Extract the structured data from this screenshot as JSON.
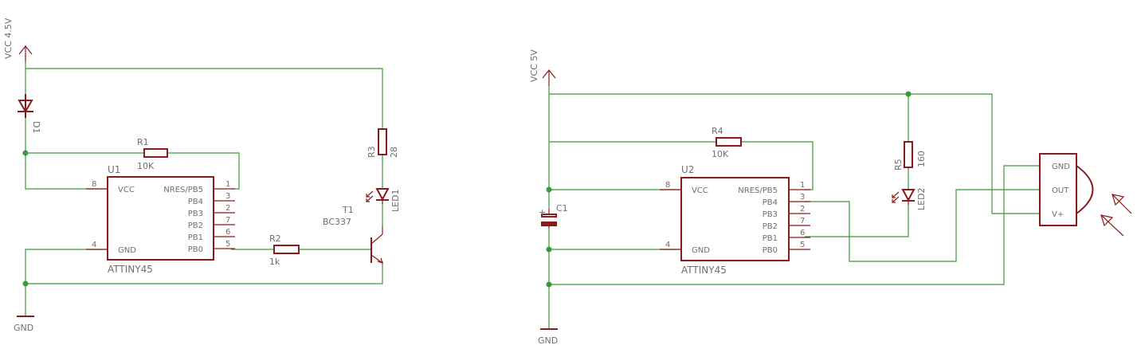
{
  "left": {
    "vcc_label": "VCC 4.5V",
    "gnd_label": "GND",
    "d1": {
      "name": "D1"
    },
    "r1": {
      "name": "R1",
      "value": "10K"
    },
    "r2": {
      "name": "R2",
      "value": "1k"
    },
    "r3": {
      "name": "R3",
      "value": "28"
    },
    "led1": {
      "name": "LED1"
    },
    "t1": {
      "name": "T1",
      "value": "BC337"
    },
    "u1": {
      "name": "U1",
      "part": "ATTINY45",
      "left_pins": [
        {
          "num": "8",
          "label": "VCC"
        },
        {
          "num": "4",
          "label": "GND"
        }
      ],
      "right_pins": [
        {
          "num": "1",
          "label": "NRES/PB5"
        },
        {
          "num": "3",
          "label": "PB4"
        },
        {
          "num": "2",
          "label": "PB3"
        },
        {
          "num": "7",
          "label": "PB2"
        },
        {
          "num": "6",
          "label": "PB1"
        },
        {
          "num": "5",
          "label": "PB0"
        }
      ]
    }
  },
  "right": {
    "vcc_label": "VCC 5V",
    "gnd_label": "GND",
    "c1": {
      "name": "C1"
    },
    "r4": {
      "name": "R4",
      "value": "10K"
    },
    "r5": {
      "name": "R5",
      "value": "160"
    },
    "led2": {
      "name": "LED2"
    },
    "u2": {
      "name": "U2",
      "part": "ATTINY45",
      "left_pins": [
        {
          "num": "8",
          "label": "VCC"
        },
        {
          "num": "4",
          "label": "GND"
        }
      ],
      "right_pins": [
        {
          "num": "1",
          "label": "NRES/PB5"
        },
        {
          "num": "3",
          "label": "PB4"
        },
        {
          "num": "2",
          "label": "PB3"
        },
        {
          "num": "7",
          "label": "PB2"
        },
        {
          "num": "6",
          "label": "PB1"
        },
        {
          "num": "5",
          "label": "PB0"
        }
      ]
    },
    "ir_receiver": {
      "pins": [
        "GND",
        "OUT",
        "V+"
      ]
    }
  },
  "colors": {
    "wire": "#3a9a3a",
    "symbol": "#8b1a1a",
    "text": "#6e6e6e"
  }
}
